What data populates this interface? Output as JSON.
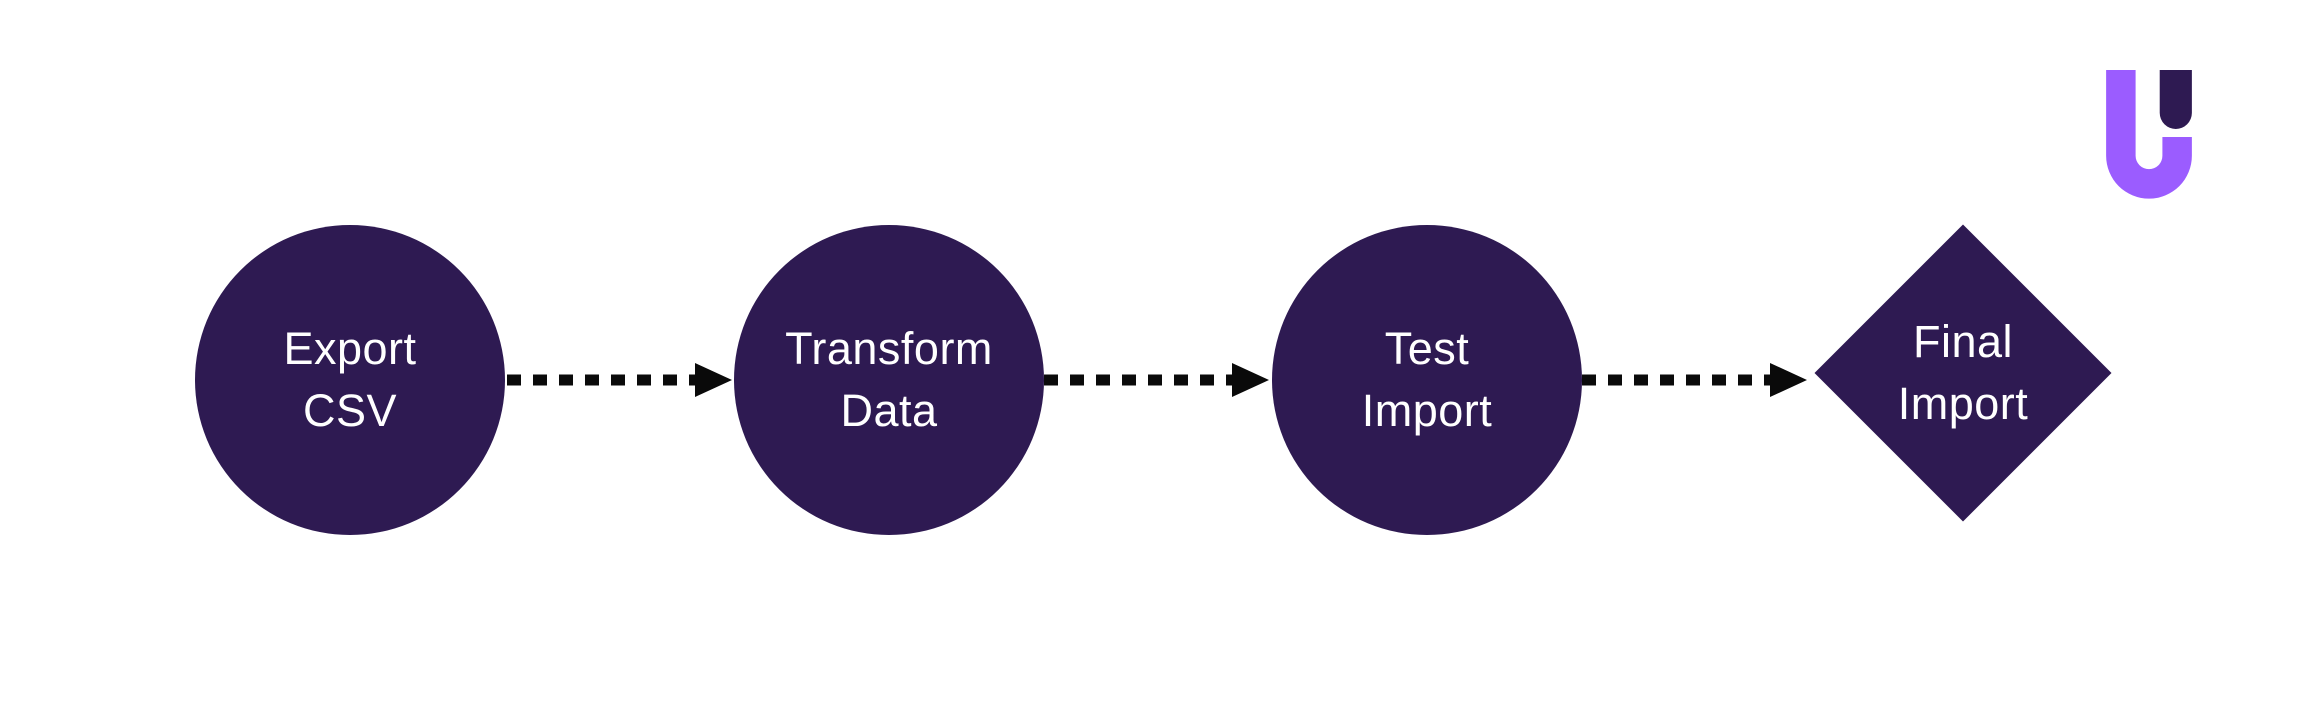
{
  "colors": {
    "background": "#ffffff",
    "node": "#2E1A52",
    "node-text": "#ffffff",
    "connector": "#0a0a0a",
    "logo-accent": "#9B5CFF",
    "logo-dark": "#2E1A52"
  },
  "diagram": {
    "type": "flowchart",
    "direction": "left-to-right",
    "nodes": [
      {
        "id": "export-csv",
        "shape": "circle",
        "lines": [
          "Export",
          "CSV"
        ]
      },
      {
        "id": "transform-data",
        "shape": "circle",
        "lines": [
          "Transform",
          "Data"
        ]
      },
      {
        "id": "test-import",
        "shape": "circle",
        "lines": [
          "Test",
          "Import"
        ]
      },
      {
        "id": "final-import",
        "shape": "diamond",
        "lines": [
          "Final",
          "Import"
        ]
      }
    ],
    "connectors": [
      {
        "from": "export-csv",
        "to": "transform-data",
        "style": "dotted-arrow"
      },
      {
        "from": "transform-data",
        "to": "test-import",
        "style": "dotted-arrow"
      },
      {
        "from": "test-import",
        "to": "final-import",
        "style": "dotted-arrow"
      }
    ]
  },
  "logo": {
    "name": "u-mark-logo"
  }
}
